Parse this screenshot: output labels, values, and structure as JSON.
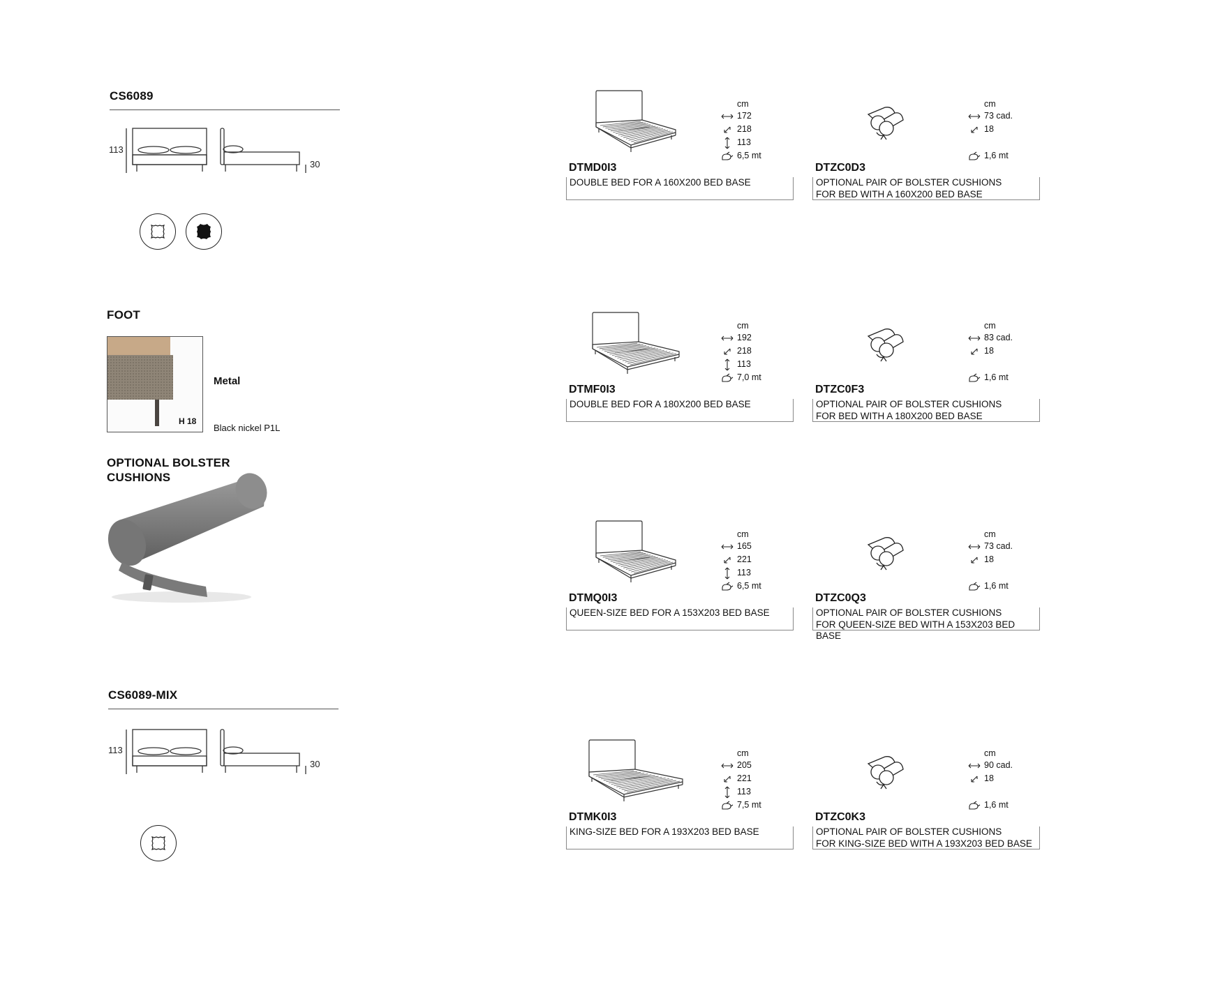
{
  "left": {
    "cs6089": {
      "title": "CS6089",
      "height_label": "113",
      "foot_label": "30"
    },
    "foot": {
      "title": "FOOT",
      "material": "Metal",
      "finish": "Black nickel P1L",
      "height_tag": "H 18"
    },
    "bolster": {
      "title_line1": "OPTIONAL BOLSTER",
      "title_line2": "CUSHIONS"
    },
    "cs6089_mix": {
      "title": "CS6089-MIX",
      "height_label": "113",
      "foot_label": "30"
    }
  },
  "icons": {
    "fabric": "fabric-swatch-icon",
    "leather": "leather-hide-icon",
    "width": "width-arrow-icon",
    "depth": "depth-arrow-icon",
    "height": "height-arrow-icon",
    "volume": "packaging-volume-icon"
  },
  "rows": [
    {
      "bed": {
        "code": "DTMD0I3",
        "desc": [
          "DOUBLE BED FOR A 160X200 BED BASE"
        ],
        "unit": "cm",
        "width": "172",
        "depth": "218",
        "height": "113",
        "volume": "6,5 mt"
      },
      "cushion": {
        "code": "DTZC0D3",
        "desc": [
          "OPTIONAL PAIR OF BOLSTER CUSHIONS",
          "FOR BED WITH A 160X200 BED BASE"
        ],
        "unit": "cm",
        "width": "73 cad.",
        "depth": "18",
        "volume": "1,6 mt"
      }
    },
    {
      "bed": {
        "code": "DTMF0I3",
        "desc": [
          "DOUBLE BED FOR A 180X200 BED BASE"
        ],
        "unit": "cm",
        "width": "192",
        "depth": "218",
        "height": "113",
        "volume": "7,0 mt"
      },
      "cushion": {
        "code": "DTZC0F3",
        "desc": [
          "OPTIONAL PAIR OF BOLSTER CUSHIONS",
          "FOR BED WITH A 180X200 BED BASE"
        ],
        "unit": "cm",
        "width": "83 cad.",
        "depth": "18",
        "volume": "1,6 mt"
      }
    },
    {
      "bed": {
        "code": "DTMQ0I3",
        "desc": [
          "QUEEN-SIZE BED FOR A 153X203 BED BASE"
        ],
        "unit": "cm",
        "width": "165",
        "depth": "221",
        "height": "113",
        "volume": "6,5 mt"
      },
      "cushion": {
        "code": "DTZC0Q3",
        "desc": [
          "OPTIONAL PAIR OF BOLSTER CUSHIONS",
          "FOR QUEEN-SIZE BED WITH A 153X203 BED BASE"
        ],
        "unit": "cm",
        "width": "73 cad.",
        "depth": "18",
        "volume": "1,6 mt"
      }
    },
    {
      "bed": {
        "code": "DTMK0I3",
        "desc": [
          "KING-SIZE BED FOR A 193X203 BED BASE"
        ],
        "unit": "cm",
        "width": "205",
        "depth": "221",
        "height": "113",
        "volume": "7,5 mt"
      },
      "cushion": {
        "code": "DTZC0K3",
        "desc": [
          "OPTIONAL PAIR OF BOLSTER CUSHIONS",
          "FOR KING-SIZE BED WITH A 193X203 BED BASE"
        ],
        "unit": "cm",
        "width": "90 cad.",
        "depth": "18",
        "volume": "1,6 mt"
      }
    }
  ]
}
